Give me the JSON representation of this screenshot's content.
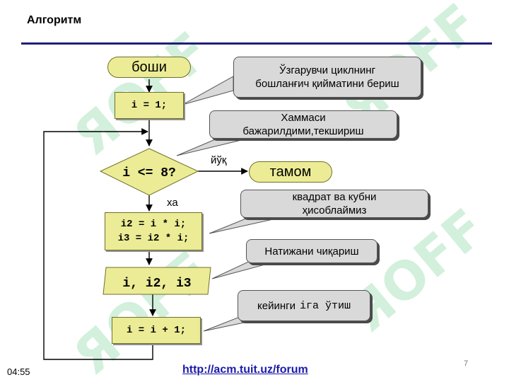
{
  "title": "Алгоритм",
  "flow": {
    "start": "боши",
    "init": "i = 1;",
    "condition": "i <= 8?",
    "no_label": "йўқ",
    "yes_label": "ха",
    "end": "тамом",
    "compute_line1": "i2 = i * i;",
    "compute_line2": "i3 = i2 * i;",
    "output": "i, i2, i3",
    "increment": "i = i + 1;"
  },
  "callouts": {
    "c1_line1": "Ўзгарувчи циклнинг",
    "c1_line2": "бошланғич қийматини бериш",
    "c2_line1": "Хаммаси",
    "c2_line2": "бажарилдими,текшириш",
    "c3_line1": "квадрат ва кубни",
    "c3_line2": "ҳисоблаймиз",
    "c4": "Натижани чиқариш",
    "c5_text": "кейинги",
    "c5_code": "iга ўтиш"
  },
  "footer": {
    "time": "04:55",
    "url": "http://acm.tuit.uz/forum",
    "page": "7"
  },
  "colors": {
    "box_fill": "#ecec96",
    "callout_fill": "#d9d9d9",
    "rule": "#1f1f7a",
    "link": "#1a1aa8",
    "watermark": "#d2f0dc"
  }
}
